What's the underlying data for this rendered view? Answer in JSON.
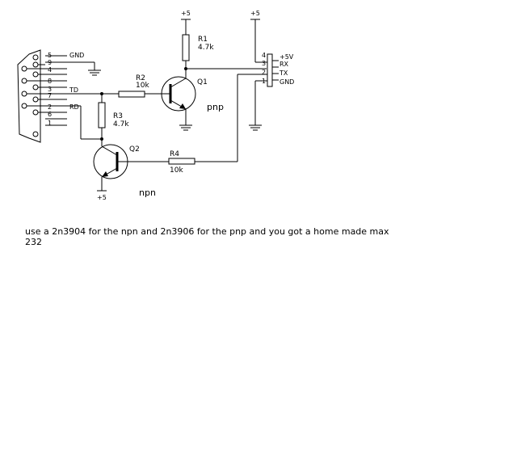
{
  "schematic": {
    "db9_pins": [
      "5",
      "9",
      "4",
      "8",
      "3",
      "7",
      "2",
      "6",
      "1"
    ],
    "signals": {
      "gnd": "GND",
      "td": "TD",
      "rd": "RD"
    },
    "header_pins": [
      "4",
      "3",
      "2",
      "1"
    ],
    "header_labels": [
      "+5V",
      "RX",
      "TX",
      "GND"
    ],
    "supply": "+5",
    "r1": {
      "name": "R1",
      "value": "4.7k"
    },
    "r2": {
      "name": "R2",
      "value": "10k"
    },
    "r3": {
      "name": "R3",
      "value": "4.7k"
    },
    "r4": {
      "name": "R4",
      "value": "10k"
    },
    "q1": {
      "name": "Q1",
      "type": "pnp"
    },
    "q2": {
      "name": "Q2",
      "type": "npn"
    }
  },
  "note": "use a 2n3904 for the npn and 2n3906 for the pnp and you got a home made max 232"
}
